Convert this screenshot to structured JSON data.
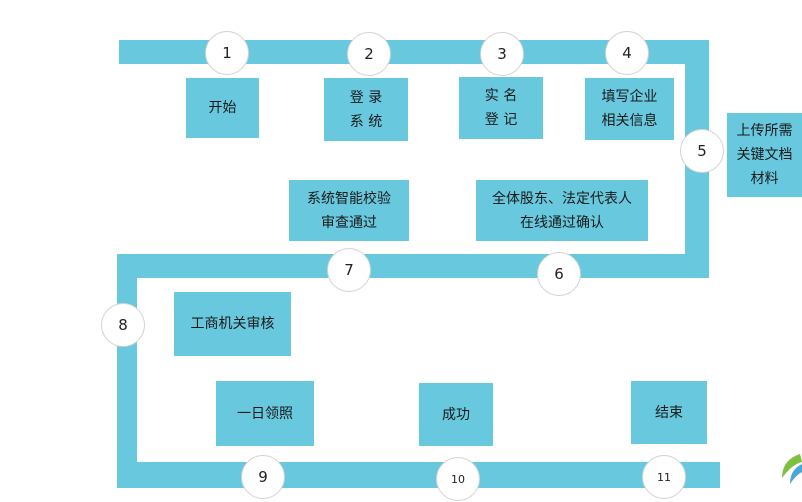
{
  "steps": [
    {
      "number": "1",
      "label": "开始"
    },
    {
      "number": "2",
      "label": "登 录\n系 统"
    },
    {
      "number": "3",
      "label": "实 名\n登 记"
    },
    {
      "number": "4",
      "label": "填写企业\n相关信息"
    },
    {
      "number": "5",
      "label": "上传所需\n关键文档\n材料"
    },
    {
      "number": "6",
      "label": "全体股东、法定代表人\n在线通过确认"
    },
    {
      "number": "7",
      "label": "系统智能校验\n审查通过"
    },
    {
      "number": "8",
      "label": "工商机关审核"
    },
    {
      "number": "9",
      "label": "一日领照"
    },
    {
      "number": "10",
      "label": "成功"
    },
    {
      "number": "11",
      "label": "结束"
    }
  ],
  "colors": {
    "track": "#67c8de",
    "box": "#67c8de",
    "logo_green": "#7fbf3f",
    "logo_blue": "#4aa6d6"
  },
  "icons": {
    "logo": "brand-logo-icon"
  }
}
